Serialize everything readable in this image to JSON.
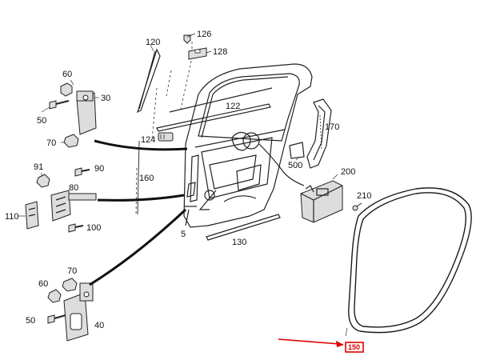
{
  "callouts": [
    {
      "id": "120",
      "text": "120"
    },
    {
      "id": "126",
      "text": "126"
    },
    {
      "id": "128",
      "text": "128"
    },
    {
      "id": "60a",
      "text": "60"
    },
    {
      "id": "30",
      "text": "30"
    },
    {
      "id": "50a",
      "text": "50"
    },
    {
      "id": "122",
      "text": "122"
    },
    {
      "id": "170",
      "text": "170"
    },
    {
      "id": "70a",
      "text": "70"
    },
    {
      "id": "124",
      "text": "124"
    },
    {
      "id": "91",
      "text": "91"
    },
    {
      "id": "90",
      "text": "90"
    },
    {
      "id": "500",
      "text": "500"
    },
    {
      "id": "160",
      "text": "160"
    },
    {
      "id": "200",
      "text": "200"
    },
    {
      "id": "80",
      "text": "80"
    },
    {
      "id": "210",
      "text": "210"
    },
    {
      "id": "110",
      "text": "110"
    },
    {
      "id": "100",
      "text": "100"
    },
    {
      "id": "5",
      "text": "5"
    },
    {
      "id": "130",
      "text": "130"
    },
    {
      "id": "70b",
      "text": "70"
    },
    {
      "id": "60b",
      "text": "60"
    },
    {
      "id": "50b",
      "text": "50"
    },
    {
      "id": "40",
      "text": "40"
    }
  ],
  "highlight": {
    "text": "150",
    "color": "#e00000"
  }
}
